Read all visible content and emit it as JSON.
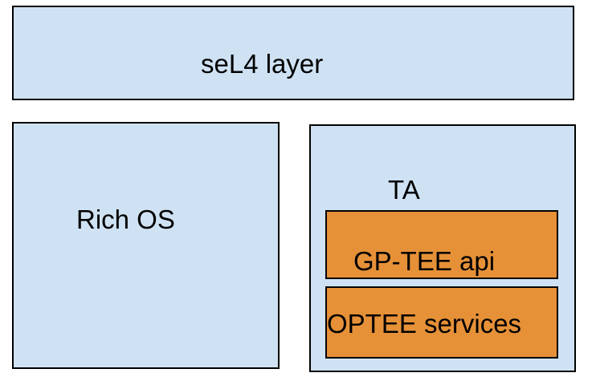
{
  "diagram": {
    "sel4_layer": {
      "label": "seL4 layer"
    },
    "rich_os": {
      "label": "Rich OS"
    },
    "ta": {
      "label": "TA",
      "gp_tee_api": {
        "label": "GP-TEE api"
      },
      "optee_services": {
        "label": "OPTEE services"
      }
    }
  },
  "colors": {
    "light_box": "#cfe2f3",
    "orange_box": "#e69138",
    "border": "#000000"
  }
}
